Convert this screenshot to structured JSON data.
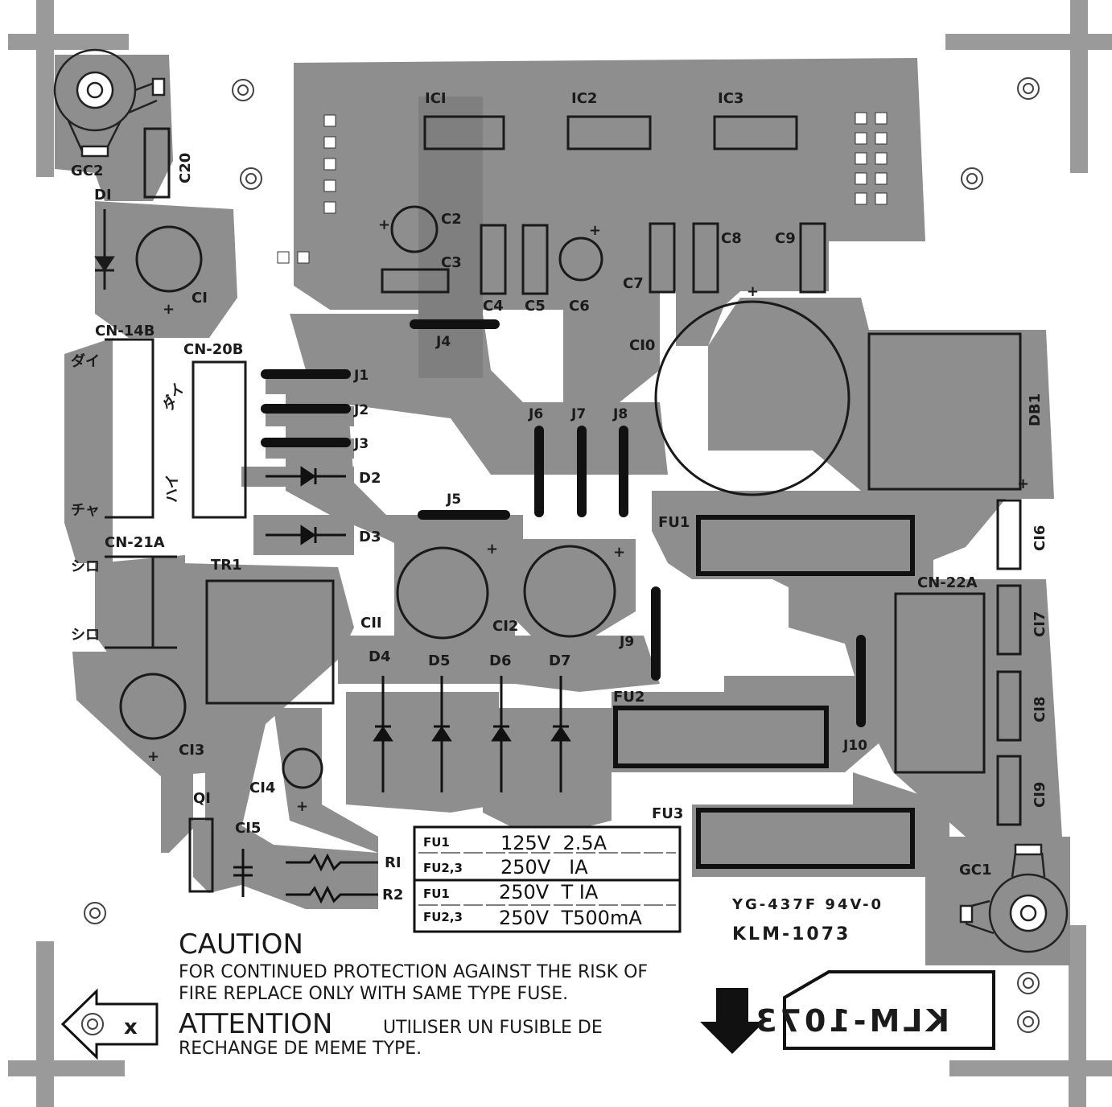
{
  "board": {
    "title": "KLM-1073",
    "mirror_title": "KLM-1073",
    "material": "YG-437F 94V-0",
    "colors": {
      "copper": "#8e8e8e",
      "silk": "#1a1a1a",
      "background": "#ffffff"
    }
  },
  "labels": {
    "GC2": "GC2",
    "GC1": "GC1",
    "C20": "C20",
    "D1": "DI",
    "C1": "CI",
    "CN14B": "CN-14B",
    "CN20B": "CN-20B",
    "CN21A": "CN-21A",
    "CN22A": "CN-22A",
    "IC1": "ICI",
    "IC2": "IC2",
    "IC3": "IC3",
    "C2": "C2",
    "C3": "C3",
    "C4": "C4",
    "C5": "C5",
    "C6": "C6",
    "C7": "C7",
    "C8": "C8",
    "C9": "C9",
    "C10": "CI0",
    "C11": "CII",
    "C12": "CI2",
    "C13": "CI3",
    "C14": "CI4",
    "C15": "CI5",
    "C16": "CI6",
    "C17": "CI7",
    "C18": "CI8",
    "C19": "CI9",
    "J1": "J1",
    "J2": "J2",
    "J3": "J3",
    "J4": "J4",
    "J5": "J5",
    "J6": "J6",
    "J7": "J7",
    "J8": "J8",
    "J9": "J9",
    "J10": "J10",
    "D2": "D2",
    "D3": "D3",
    "D4": "D4",
    "D5": "D5",
    "D6": "D6",
    "D7": "D7",
    "TR1": "TR1",
    "Q1": "QI",
    "R1": "RI",
    "R2": "R2",
    "DB1": "DB1",
    "FU1": "FU1",
    "FU2": "FU2",
    "FU3": "FU3",
    "plus": "+",
    "jp_dai": "ダイ",
    "jp_cha": "チャ",
    "jp_hai": "ハイ",
    "jp_shiro": "シロ"
  },
  "fuse_table": {
    "rows": [
      {
        "fuse": "FU1",
        "rating": "125V  2.5A"
      },
      {
        "fuse": "FU2,3",
        "rating": "250V   IA"
      },
      {
        "fuse": "FU1",
        "rating": "250V  T IA"
      },
      {
        "fuse": "FU2,3",
        "rating": "250V  T500mA"
      }
    ]
  },
  "caution": {
    "heading": "CAUTION",
    "line1": "FOR CONTINUED PROTECTION AGAINST THE RISK OF",
    "line2": "FIRE REPLACE ONLY WITH SAME TYPE FUSE.",
    "attention": "ATTENTION",
    "fr1": "UTILISER UN FUSIBLE DE",
    "fr2": "RECHANGE DE MEME TYPE."
  },
  "marker_x": "x"
}
